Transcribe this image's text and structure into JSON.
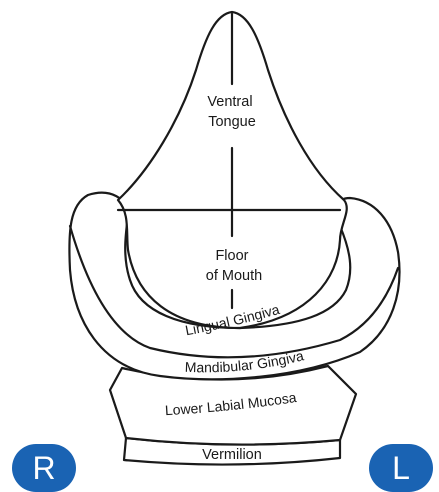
{
  "regions": {
    "ventral_tongue": [
      "Ventral",
      "Tongue"
    ],
    "floor_of_mouth": [
      "Floor",
      "of Mouth"
    ],
    "lingual_gingiva": "Lingual Gingiva",
    "mandibular_gingiva": "Mandibular Gingiva",
    "lower_labial_mucosa": "Lower Labial Mucosa",
    "vermilion": "Vermilion"
  },
  "side_labels": {
    "right": "R",
    "left": "L"
  },
  "colors": {
    "badge": "#1a63b3",
    "outline": "#1a1a1a"
  }
}
